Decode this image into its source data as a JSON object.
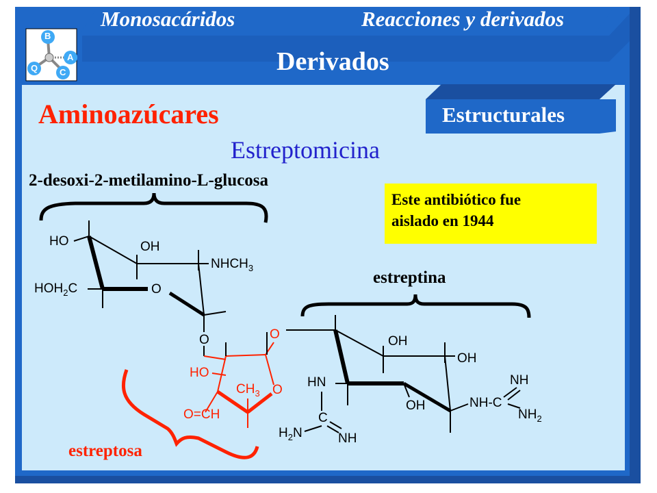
{
  "header": {
    "tab_left": "Monosacáridos",
    "tab_right": "Reacciones y derivados",
    "title": "Derivados",
    "logo_letters": [
      "B",
      "Q",
      "A",
      "C"
    ]
  },
  "content": {
    "section_title": "Aminoazúcares",
    "badge": "Estructurales",
    "compound": "Estreptomicina",
    "sugar_label": "2-desoxi-2-metilamino-L-glucosa",
    "note_line1": "Este antibiótico fue",
    "note_line2": "aislado en 1944",
    "estreptina_label": "estreptina",
    "estreptosa_label": "estreptosa"
  },
  "structure": {
    "glucosamine": {
      "ho": "HO",
      "oh": "OH",
      "nhch3": "NHCH3",
      "hoh2c": "HOH2C",
      "ring_o": "O",
      "link_o": "O"
    },
    "streptose": {
      "ring_o_top": "O",
      "ho": "HO",
      "ch3": "CH3",
      "ring_o": "O",
      "cho": "O=CH"
    },
    "streptidine": {
      "oh_top": "OH",
      "oh_right": "OH",
      "oh_bottom": "OH",
      "hn": "HN",
      "c_left": "C",
      "h2n": "H2N",
      "nh_left": "NH",
      "nh_c": "NH-C",
      "nh_top": "NH",
      "nh2": "NH2"
    }
  },
  "colors": {
    "slide_blue": "#1f68c8",
    "panel_bg": "#cdeafb",
    "accent_red": "#ff2200",
    "note_yellow": "#ffff00",
    "text_blue": "#2222cc"
  }
}
